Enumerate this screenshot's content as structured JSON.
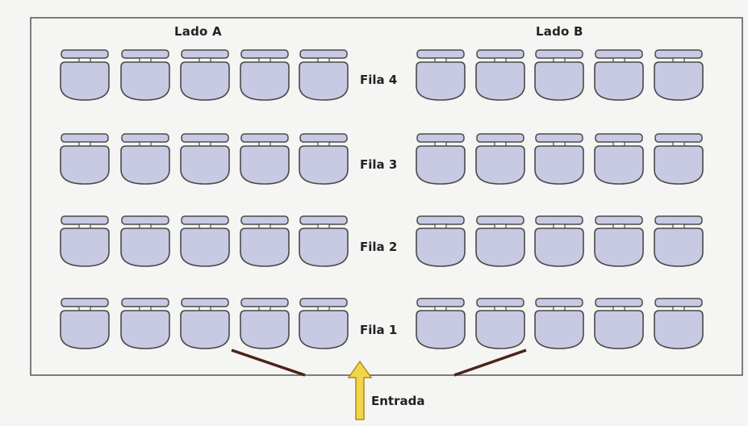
{
  "sides": [
    {
      "label": "Lado A"
    },
    {
      "label": "Lado B"
    }
  ],
  "rows": [
    {
      "label": "Fila 4"
    },
    {
      "label": "Fila 3"
    },
    {
      "label": "Fila 2"
    },
    {
      "label": "Fila 1"
    }
  ],
  "seats_per_side_per_row": 5,
  "entrance": {
    "label": "Entrada"
  },
  "colors": {
    "seat_fill": "#c8c9e3",
    "seat_stroke": "#4a4a4a",
    "room_border": "#555555",
    "door_line": "#4a2418",
    "arrow_fill": "#f2d64a",
    "arrow_stroke": "#b08a1a"
  }
}
